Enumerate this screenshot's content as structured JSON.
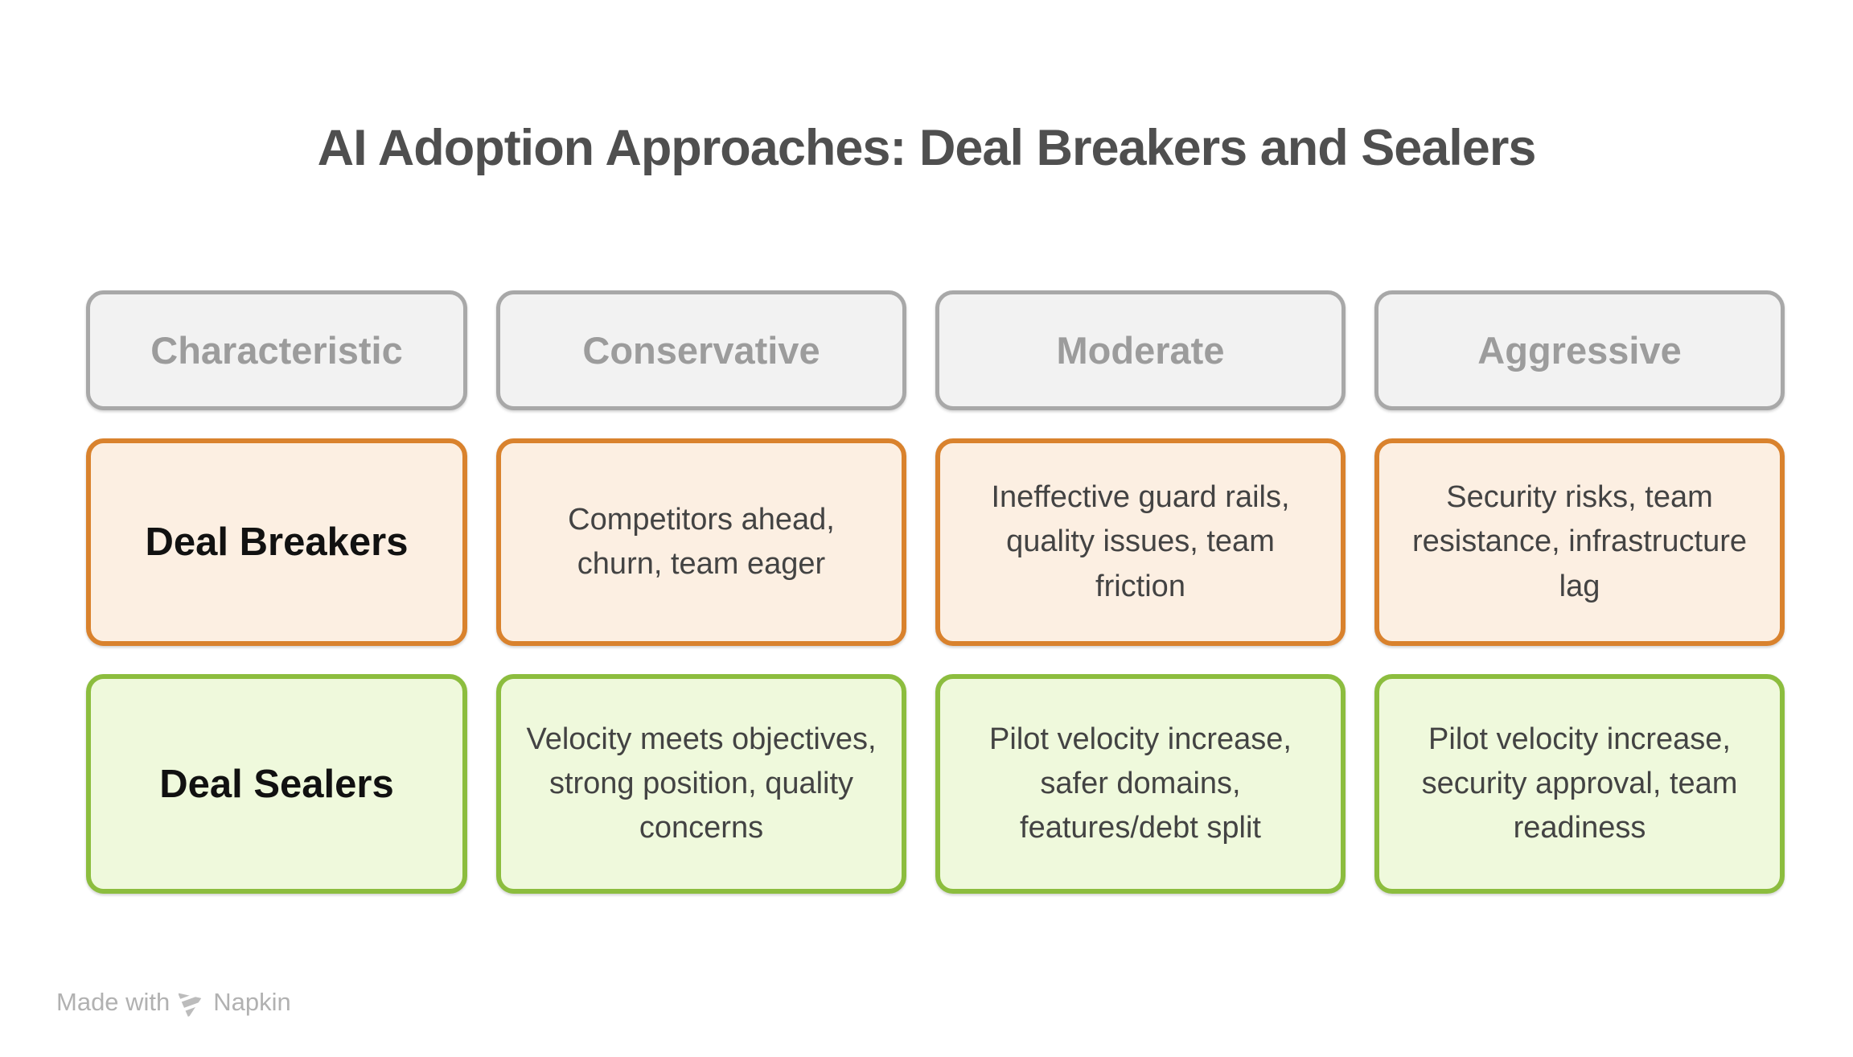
{
  "title": "AI Adoption Approaches: Deal Breakers and Sealers",
  "table": {
    "headers": [
      "Characteristic",
      "Conservative",
      "Moderate",
      "Aggressive"
    ],
    "rows": [
      {
        "label": "Deal Breakers",
        "cells": [
          "Competitors ahead, churn, team eager",
          "Ineffective guard rails, quality issues, team friction",
          "Security risks, team resistance, infrastructure lag"
        ]
      },
      {
        "label": "Deal Sealers",
        "cells": [
          "Velocity meets objectives, strong position, quality concerns",
          "Pilot velocity increase, safer domains, features/debt split",
          "Pilot velocity increase, security approval, team readiness"
        ]
      }
    ]
  },
  "footer": {
    "made_with": "Made with",
    "brand": "Napkin",
    "logo": "napkin-logo-icon"
  },
  "colors": {
    "title_text": "#4f4f4f",
    "header_border": "#a8a8a8",
    "header_bg": "#f2f2f2",
    "header_text": "#9c9c9c",
    "breakers_border": "#d9822d",
    "breakers_bg": "#fcefe2",
    "sealers_border": "#8cbd3e",
    "sealers_bg": "#eff9dc",
    "label_text": "#111111",
    "cell_text": "#434343",
    "footer_text": "#b1b1b1",
    "logo_gray": "#bcbcbc"
  }
}
